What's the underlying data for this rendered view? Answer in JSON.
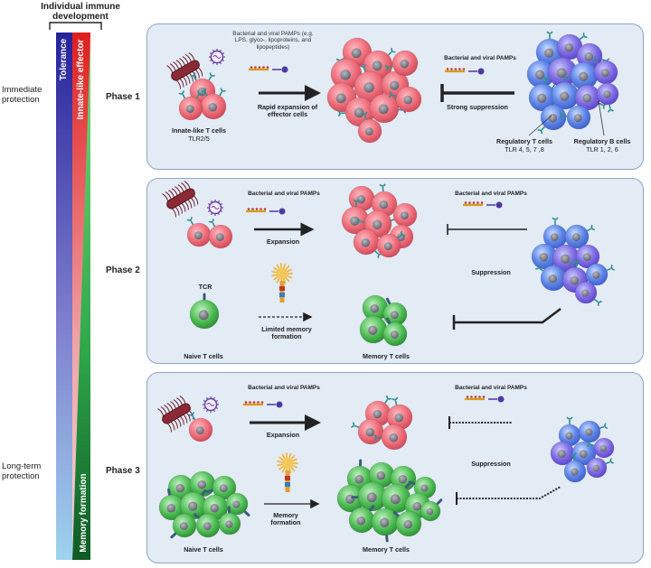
{
  "header": {
    "title": "Individual immune development"
  },
  "side": {
    "immediate": "Immediate protection",
    "long_term": "Long-term protection",
    "bars": {
      "tolerance": "Tolerance",
      "innate": "Innate-like effector",
      "memory": "Memory formation"
    }
  },
  "colors": {
    "panel_bg": "#e3ebf5",
    "panel_border": "#8fa6c4",
    "innate_cell": "#e8636f",
    "regulatory_cell": "#7d6be0",
    "memory_cell": "#3fae4a",
    "bar_blue": "#2b2a9e",
    "bar_red": "#e02424",
    "bar_green": "#2ea84a"
  },
  "phase1": {
    "label": "Phase 1",
    "pamps_detail": "Bacterial and viral PAMPs (e.g. LPS, glyco-, lipoproteins, and lipopeptides)",
    "innate_cells": "Innate-like T cells",
    "tlr_innate": "TLR2/5",
    "arrow_label": "Rapid expansion of effector cells",
    "pamps": "Bacterial and viral PAMPs",
    "suppression": "Strong suppression",
    "treg": "Regulatory T cells",
    "treg_tlr": "TLR 4, 5, 7 ,8",
    "breg": "Regulatory B cells",
    "breg_tlr": "TLR 1, 2, 6"
  },
  "phase2": {
    "label": "Phase 2",
    "pamps_left": "Bacterial and viral PAMPs",
    "expansion": "Expansion",
    "pamps_right": "Bacterial and viral PAMPs",
    "suppression": "Suppression",
    "tcr": "TCR",
    "memory_arrow": "Limited memory formation",
    "naive": "Naive T cells",
    "memory_cells": "Memory T cells"
  },
  "phase3": {
    "label": "Phase 3",
    "pamps_left": "Bacterial and viral PAMPs",
    "expansion": "Expansion",
    "pamps_right": "Bacterial and viral PAMPs",
    "suppression": "Suppression",
    "memory_arrow": "Memory formation",
    "naive": "Naive T cells",
    "memory_cells": "Memory T cells"
  }
}
